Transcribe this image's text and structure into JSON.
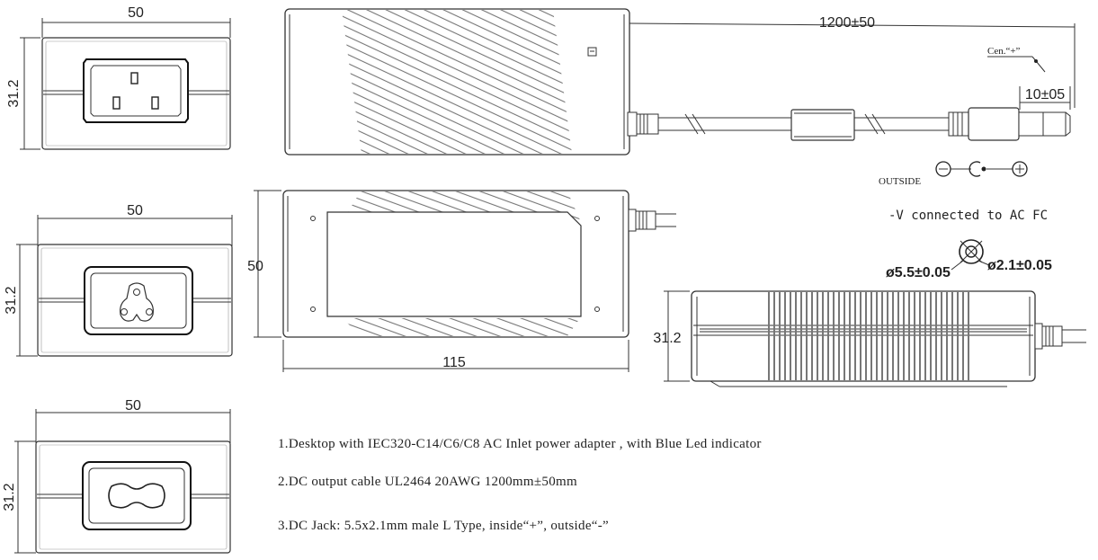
{
  "views": {
    "inlet_c14": {
      "width": "50",
      "height": "31.2"
    },
    "inlet_c6": {
      "width": "50",
      "height": "31.2"
    },
    "inlet_c8": {
      "width": "50",
      "height": "31.2"
    },
    "top_view": {
      "cable_length": "1200±50",
      "center_label": "Cen.“+”",
      "plug_length": "10±05"
    },
    "bottom_view": {
      "height": "50",
      "length": "115"
    },
    "side_view": {
      "height": "31.2"
    }
  },
  "polarity": {
    "outside_label": "OUTSIDE",
    "note": "-V connected to AC FC",
    "outer_diameter": "ø5.5±0.05",
    "inner_diameter": "ø2.1±0.05",
    "minus_symbol": "⊖",
    "plus_symbol": "⊕"
  },
  "notes": [
    "1.Desktop with IEC320-C14/C6/C8 AC Inlet power adapter , with Blue Led indicator",
    "2.DC output cable UL2464 20AWG 1200mm±50mm",
    "3.DC Jack: 5.5x2.1mm male L Type, inside“+”, outside“-”"
  ]
}
